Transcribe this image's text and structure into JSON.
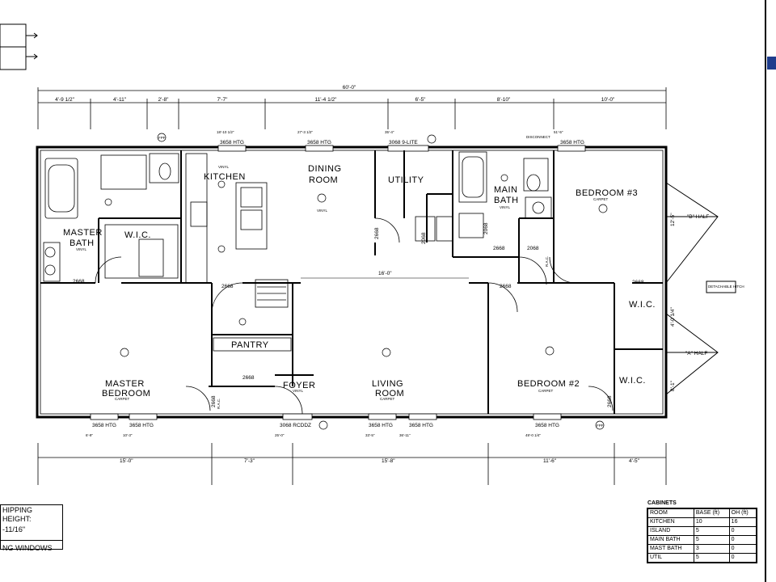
{
  "overall_dim": "60'-0\"",
  "top_dims": [
    "4'-9 1/2\"",
    "4'-11\"",
    "2'-8\"",
    "7'-7\"",
    "11'-4 1/2\"",
    "6'-5\"",
    "8'-10\"",
    "10'-0\""
  ],
  "window_labels_top": [
    "18'-10 1/2\"",
    "27'-3 1/2\"",
    "35'-4\"",
    "51'-5\""
  ],
  "window_codes_top": [
    "3658 HTG",
    "3658 HTG",
    "3068 9-LITE",
    "3658 HTG"
  ],
  "rooms": {
    "kitchen": "KITCHEN",
    "dining": "DINING",
    "dining2": "ROOM",
    "utility": "UTILITY",
    "main_bath": "MAIN",
    "main_bath2": "BATH",
    "bedroom3": "BEDROOM #3",
    "master_bath": "MASTER",
    "master_bath2": "BATH",
    "wic_master": "W.I.C.",
    "master_bedroom": "MASTER",
    "master_bedroom2": "BEDROOM",
    "pantry": "PANTRY",
    "foyer": "FOYER",
    "living": "LIVING",
    "living2": "ROOM",
    "bedroom2": "BEDROOM #2",
    "wic_b3": "W.I.C.",
    "wic_b2": "W.I.C."
  },
  "floor_notes": {
    "vinyl": "VINYL",
    "carpet": "CARPET",
    "half_b": "\"B\" HALF",
    "half_a": "\"A\" HALF",
    "hitch": "DETACHABLE HITCH",
    "disconnect": "DISCONNECT",
    "rac": "R.A.C.",
    "pfp": "FPF"
  },
  "door_codes": [
    "2668",
    "2668",
    "2668",
    "2668",
    "2668",
    "2668",
    "2668",
    "2668",
    "2668",
    "2068",
    "2068",
    "2068",
    "2668"
  ],
  "center_dim": "16'-0\"",
  "right_dims": [
    "12'-5\"",
    "4'-0 1/4\"",
    "8'-1\""
  ],
  "bottom_windows": [
    "3658 HTG",
    "3658 HTG",
    "3068 RCDDZ",
    "3658 HTG",
    "3658 HTG",
    "3658 HTG"
  ],
  "bottom_dims_inner": [
    "6'-9\"",
    "10'-3\"",
    "25'-0\"",
    "33'-5\"",
    "36'-11\"",
    "49'-0 1/4\""
  ],
  "bottom_dims": [
    "15'-0\"",
    "7'-3\"",
    "15'-8\"",
    "11'-6\"",
    "4'-5\""
  ],
  "shipping": {
    "line1": "HIPPING HEIGHT:",
    "line2": "-11/16\"",
    "line3": "NG WINDOWS"
  },
  "cabinets": {
    "caption": "CABINETS",
    "header": [
      "ROOM",
      "BASE (ft)",
      "OH (ft)"
    ],
    "rows": [
      [
        "KITCHEN",
        "10",
        "16"
      ],
      [
        "ISLAND",
        "5",
        "0"
      ],
      [
        "MAIN BATH",
        "5",
        "0"
      ],
      [
        "MAST BATH",
        "3",
        "0"
      ],
      [
        "UTIL",
        "5",
        "0"
      ]
    ]
  },
  "left_legend_rows": 2
}
